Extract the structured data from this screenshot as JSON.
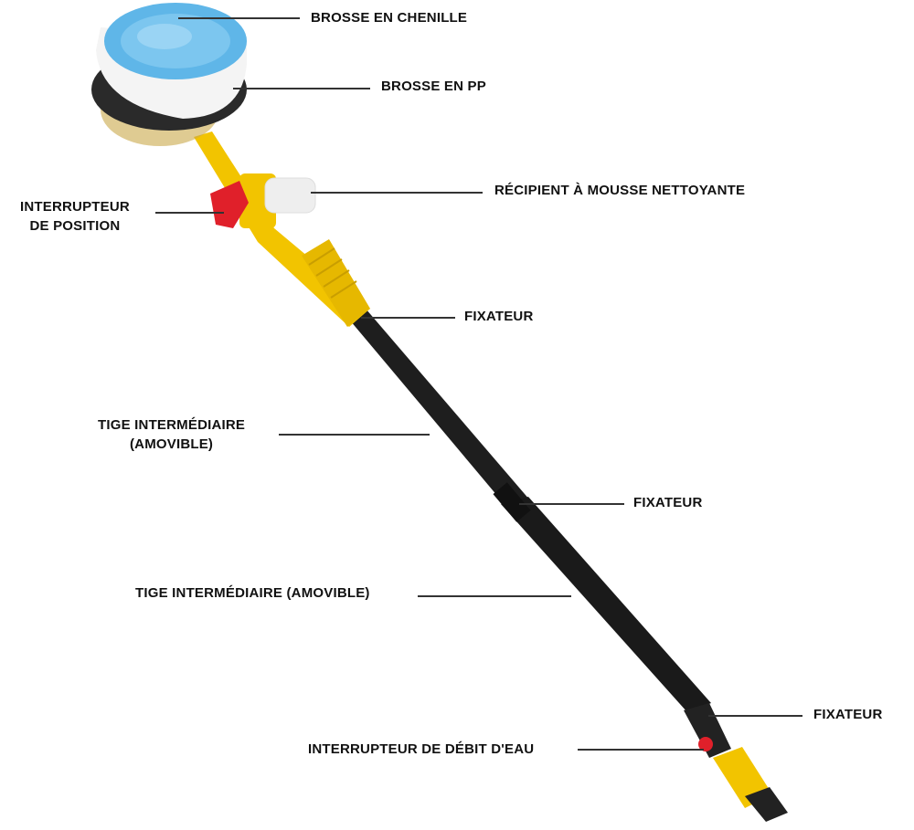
{
  "labels": {
    "chenille": "BROSSE EN CHENILLE",
    "pp": "BROSSE EN PP",
    "recipient": "RÉCIPIENT À MOUSSE NETTOYANTE",
    "interrupteur_position_1": "INTERRUPTEUR",
    "interrupteur_position_2": "DE POSITION",
    "fixateur_1": "FIXATEUR",
    "tige_1_line1": "TIGE INTERMÉDIAIRE",
    "tige_1_line2": "(AMOVIBLE)",
    "fixateur_2": "FIXATEUR",
    "tige_2": "TIGE INTERMÉDIAIRE (AMOVIBLE)",
    "fixateur_3": "FIXATEUR",
    "debit": "INTERRUPTEUR DE DÉBIT D'EAU"
  },
  "colors": {
    "yellow": "#f2c400",
    "black": "#1c1c1c",
    "red": "#e0202a",
    "blue": "#5fb6e8"
  }
}
